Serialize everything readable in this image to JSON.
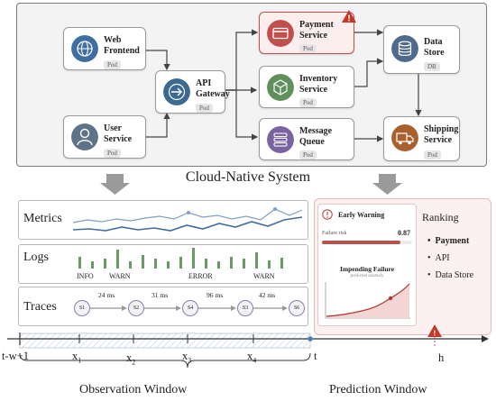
{
  "system": {
    "title": "Cloud-Native System",
    "services": {
      "web_frontend": {
        "name_line1": "Web",
        "name_line2": "Frontend",
        "tag": "Pod"
      },
      "user_service": {
        "name_line1": "User",
        "name_line2": "Service",
        "tag": "Pod"
      },
      "api_gateway": {
        "name_line1": "API",
        "name_line2": "Gateway",
        "tag": "Pod"
      },
      "payment_service": {
        "name_line1": "Payment",
        "name_line2": "Service",
        "tag": "Pod"
      },
      "inventory_service": {
        "name_line1": "Inventory",
        "name_line2": "Service",
        "tag": "Pod"
      },
      "message_queue": {
        "name_line1": "Message",
        "name_line2": "Queue",
        "tag": "Pod"
      },
      "data_store": {
        "name_line1": "Data",
        "name_line2": "Store",
        "tag": "DB"
      },
      "shipping_service": {
        "name_line1": "Shipping",
        "name_line2": "Service",
        "tag": "Pod"
      }
    },
    "colors": {
      "web_frontend": "#3f6fa0",
      "user_service": "#5e7388",
      "api_gateway": "#3c6a92",
      "payment_service": "#c0504d",
      "inventory_service": "#5f8f5b",
      "message_queue": "#7a63a0",
      "data_store": "#4f6a8a",
      "shipping_service": "#a8602f"
    }
  },
  "observation": {
    "metrics_label": "Metrics",
    "logs_label": "Logs",
    "traces_label": "Traces",
    "log_levels": [
      "INFO",
      "WARN",
      "ERROR",
      "WARN"
    ],
    "trace_spans": [
      "S1",
      "S2",
      "S4",
      "S3",
      "S6"
    ],
    "trace_latencies": [
      "24 ms",
      "31 ms",
      "96 ms",
      "42 ms"
    ]
  },
  "prediction": {
    "early_warning": "Early Warning",
    "failure_risk_label": "Failure risk",
    "failure_risk_value": "0.87",
    "failure_risk": 0.87,
    "impending_title": "Impending Failure",
    "impending_sub": "predicted anomaly",
    "ranking_title": "Ranking",
    "ranking": [
      "Payment",
      "API",
      "Data Store"
    ]
  },
  "timeline": {
    "start": "t-w+1",
    "x1": "x",
    "x1_sub": "1",
    "x2": "x",
    "x2_sub": "2",
    "x3": "x",
    "x3_sub": "3",
    "x4": "x",
    "x4_sub": "4",
    "t": "t",
    "h": "h",
    "observation_window": "Observation Window",
    "prediction_window": "Prediction Window"
  }
}
